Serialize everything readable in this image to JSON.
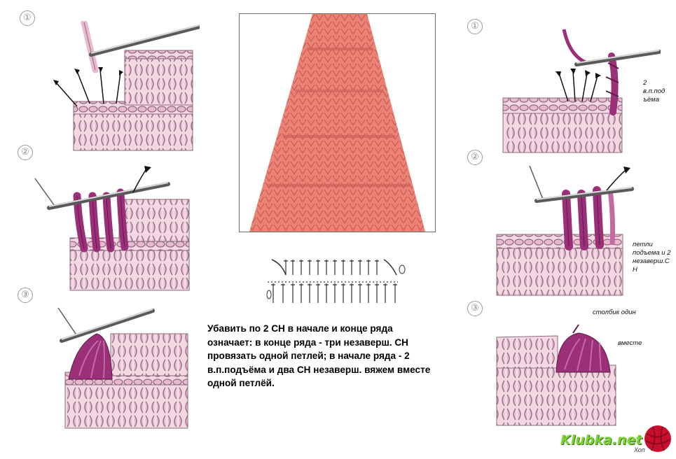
{
  "step_labels": {
    "left_1": "①",
    "left_2": "②",
    "left_3": "③",
    "right_1": "①",
    "right_2": "②",
    "right_3": "③"
  },
  "description": {
    "line_1": "Убавить по 2 СН в начале и конце ряда",
    "line_2": "означает:    в конце ряда - три незаверш. СН",
    "line_3": "провязать одной петлей;    в начале ряда - 2",
    "line_4": "в.п.подъёма и два СН незаверш. вяжем вместе",
    "line_5": "одной петлёй."
  },
  "notes": {
    "right_1_line_1": "2",
    "right_1_line_2": "в.п.под",
    "right_1_line_3": "ъёма",
    "right_2_line_1": "петли",
    "right_2_line_2": "подъема и 2",
    "right_2_line_3": "незаверш.С",
    "right_2_line_4": "Н",
    "right_3_line_1": "столбик  один",
    "right_3_line_2": "вместе"
  },
  "watermark": {
    "logo": "Klubka.net",
    "caption": "Хоп"
  },
  "colors": {
    "yarn_light": "#e8b9cf",
    "yarn_outline": "#8c6b7b",
    "yarn_dark": "#9b2f78",
    "hook": "#5a5a5a",
    "photo_fabric": "#ec8275",
    "logo": "#7bd135",
    "logo_ball": "#c8102e"
  }
}
